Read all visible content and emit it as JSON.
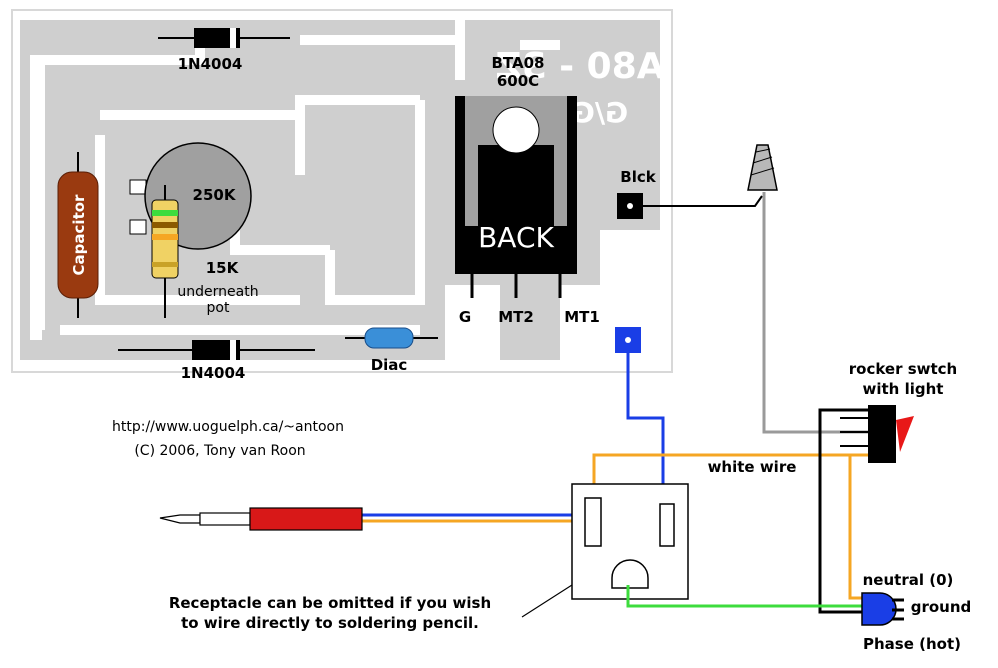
{
  "labels": {
    "diode_top": "1N4004",
    "diode_bottom": "1N4004",
    "triac_line1": "BTA08",
    "triac_line2": "600C",
    "triac_back": "BACK",
    "pin_g": "G",
    "pin_mt2": "MT2",
    "pin_mt1": "MT1",
    "blck": "Blck",
    "pot": "250K",
    "resistor": "15K",
    "resistor_note_1": "underneath",
    "resistor_note_2": "pot",
    "capacitor": "Capacitor",
    "diac": "Diac",
    "url": "http://www.uoguelph.ca/~antoon",
    "copyright": "(C) 2006, Tony van Roon",
    "rocker_1": "rocker swtch",
    "rocker_2": "with light",
    "white_wire": "white wire",
    "neutral": "neutral (0)",
    "ground": "ground",
    "phase": "Phase (hot)",
    "receptacle_1": "Receptacle can be omitted if you wish",
    "receptacle_2": "to wire directly to soldering pencil.",
    "pcb_mirror": "A80 - 3Z",
    "pcb_mirror_2": "G/G"
  },
  "colors": {
    "pcb": "#cfcfcf",
    "pcb_border": "#bdbdbd",
    "wire_blue": "#1a3ee6",
    "wire_orange": "#f5a623",
    "wire_green": "#3ddc3d",
    "wire_gray": "#9a9a9a",
    "capacitor": "#9a3a10",
    "diac": "#3a8fd8",
    "handle": "#d81818",
    "rocker_light": "#e81818"
  }
}
